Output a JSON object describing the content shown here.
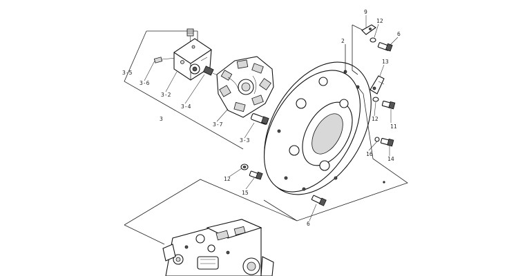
{
  "labels": {
    "l3_5": "3-5",
    "l3_6": "3-6",
    "l3_2": "3-2",
    "l3_4": "3-4",
    "l3": "3",
    "l3_7": "3-7",
    "l3_3": "3-3",
    "l2": "2",
    "l9": "9",
    "l12a": "12",
    "l6a": "6",
    "l13": "13",
    "l12b": "12",
    "l11": "11",
    "l16": "16",
    "l14": "14",
    "l12c": "12",
    "l15": "15",
    "l6b": "6"
  }
}
